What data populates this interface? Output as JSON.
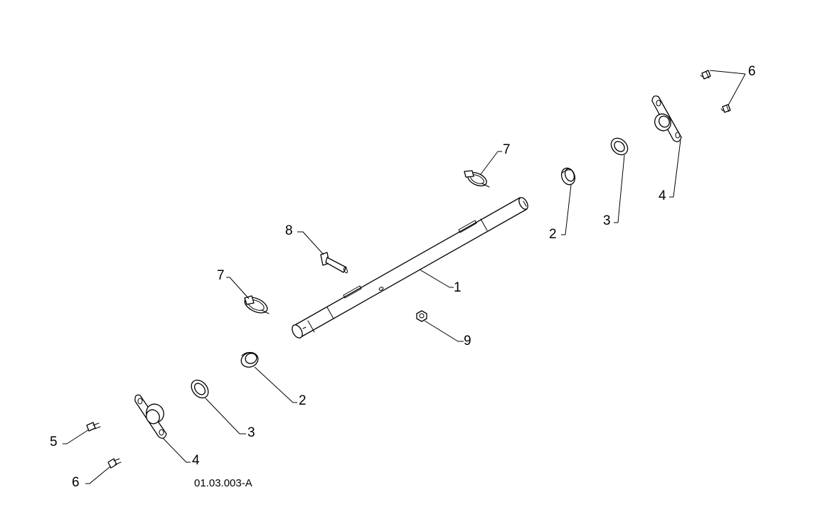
{
  "drawing_code": "01.03.003-A",
  "callouts": {
    "shaft": "1",
    "bushing_right": "2",
    "washer_right": "3",
    "flange_bearing_right": "4",
    "bolt_pair_right": "6",
    "lynch_pin_right": "7",
    "clevis_pin": "8",
    "lynch_pin_left": "7",
    "nut": "9",
    "bushing_left": "2",
    "washer_left": "3",
    "flange_bearing_left": "4",
    "bolt_left_upper": "5",
    "bolt_left_lower": "6"
  },
  "colors": {
    "line": "#000000",
    "background": "#ffffff"
  }
}
